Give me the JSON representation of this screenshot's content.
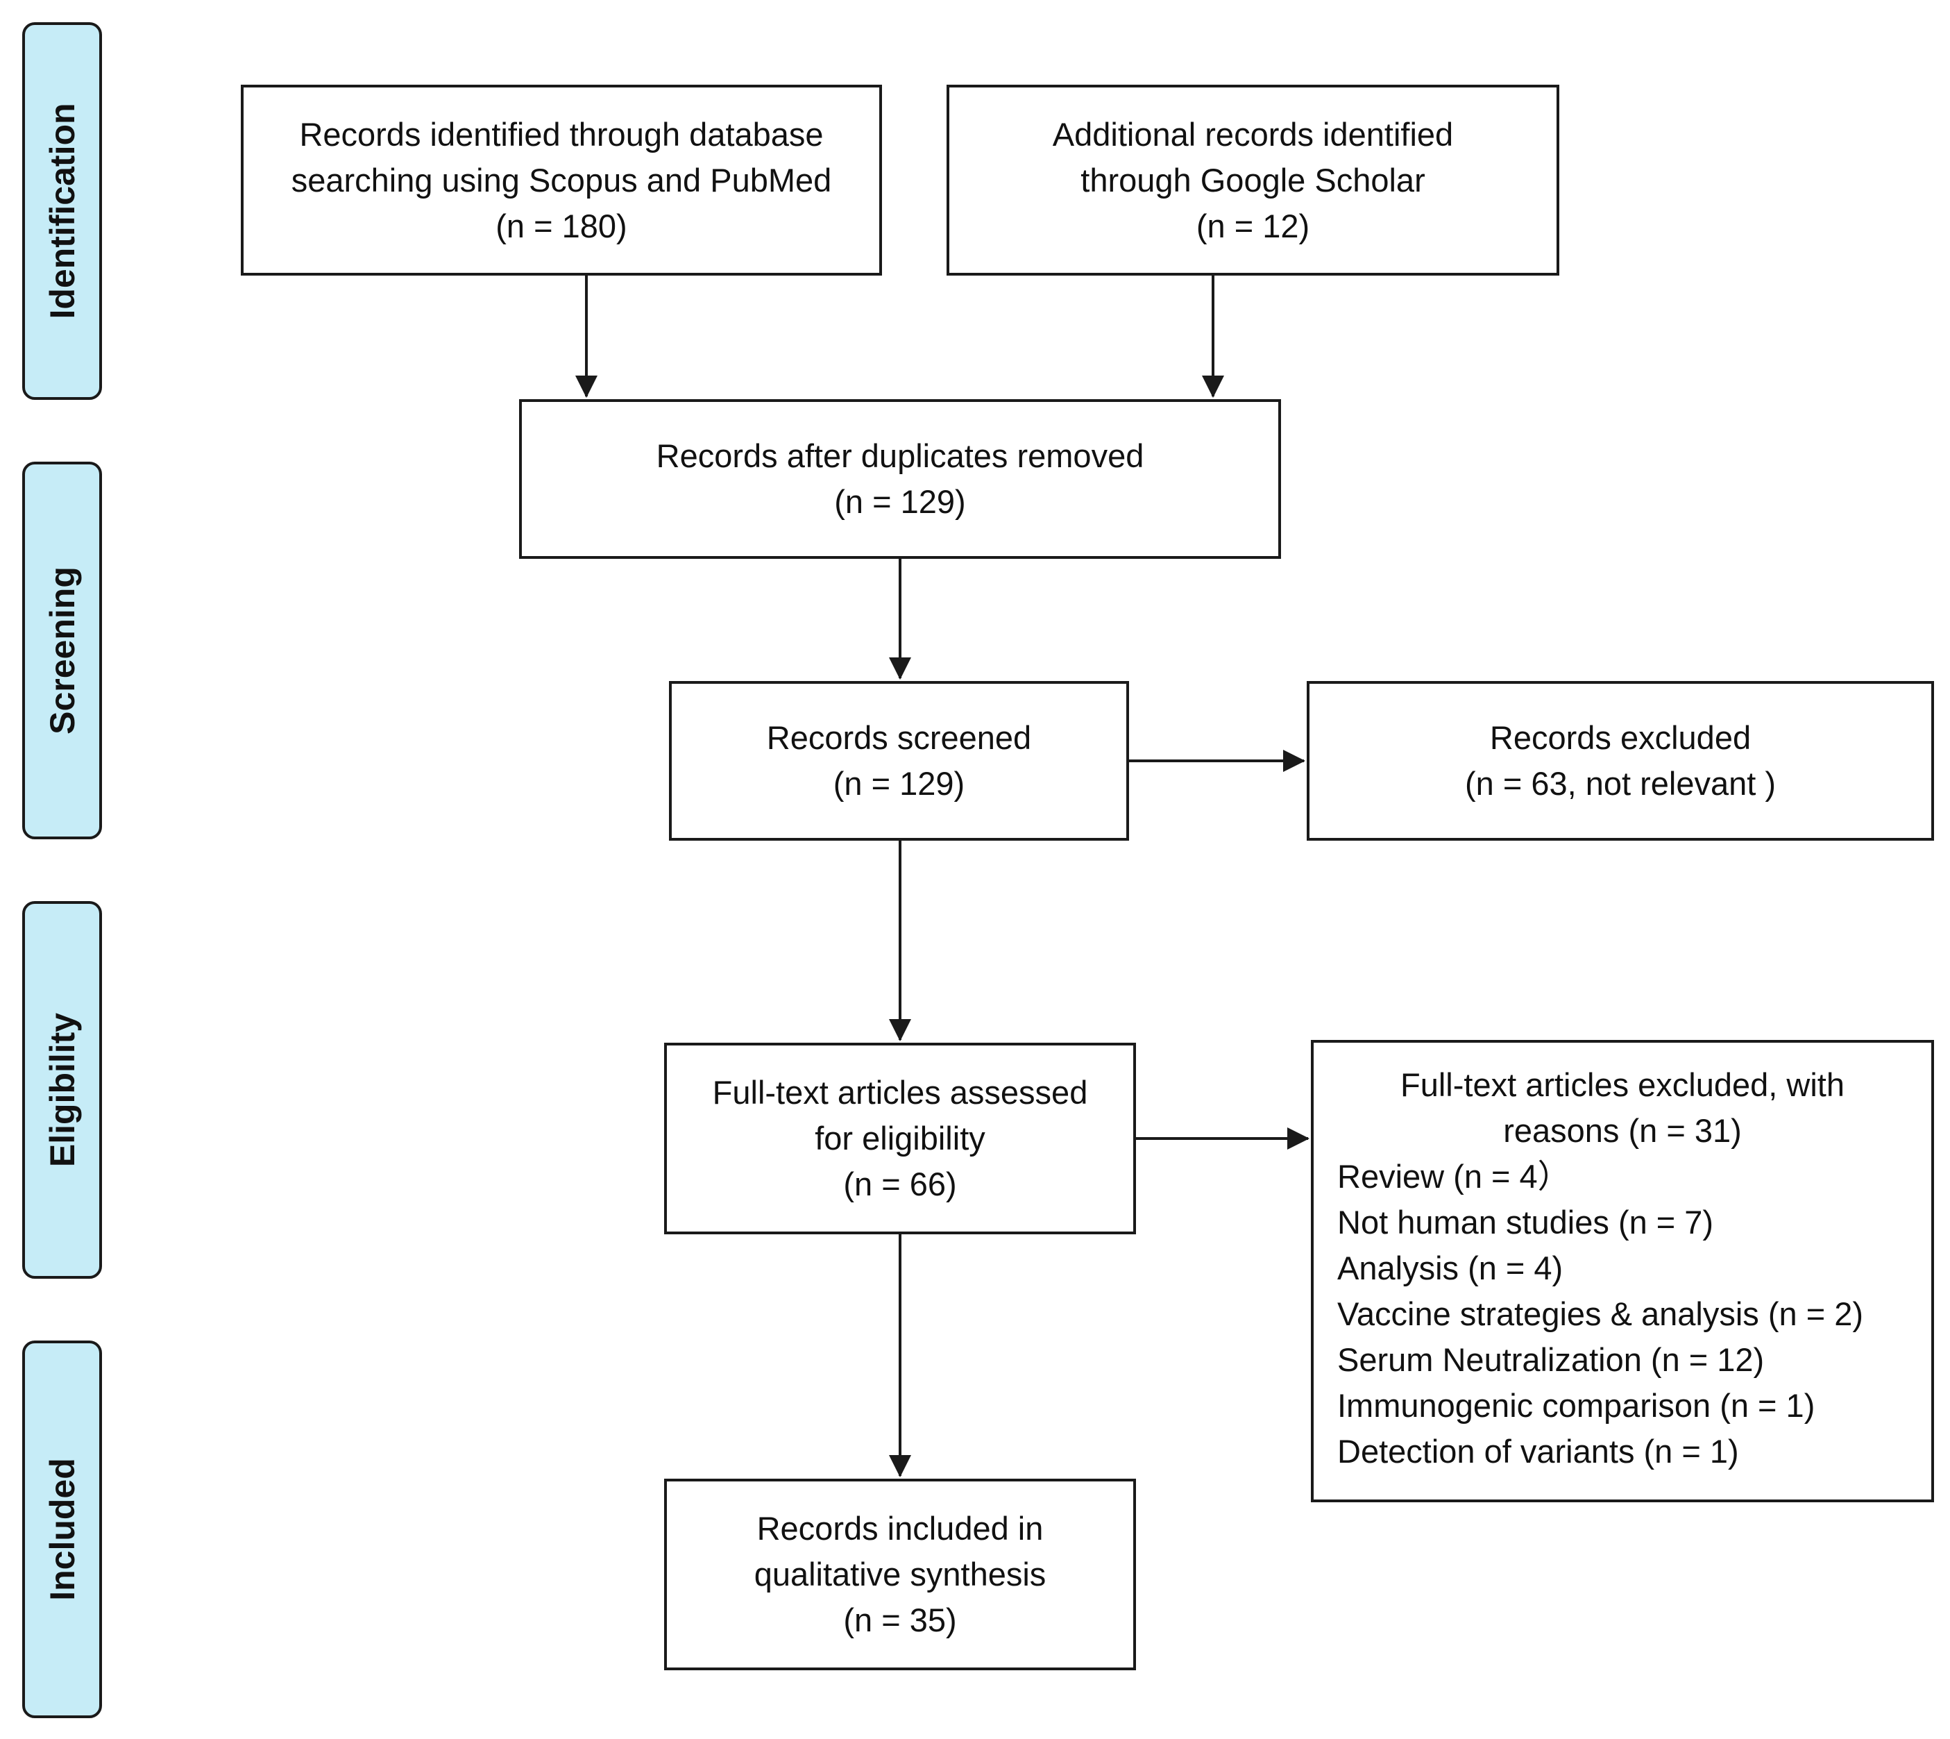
{
  "phases": {
    "identification": "Identification",
    "screening": "Screening",
    "eligibility": "Eligibility",
    "included": "Included"
  },
  "boxes": {
    "database_records": {
      "lines": [
        "Records identified through database",
        "searching using Scopus and PubMed",
        "(n = 180)"
      ]
    },
    "additional_records": {
      "lines": [
        "Additional records identified",
        "through Google Scholar",
        "(n = 12)"
      ]
    },
    "after_duplicates": {
      "lines": [
        "Records after duplicates removed",
        "(n = 129)"
      ]
    },
    "screened": {
      "lines": [
        "Records screened",
        "(n = 129)"
      ]
    },
    "excluded": {
      "lines": [
        "Records excluded",
        "(n = 63, not relevant )"
      ]
    },
    "full_text_assessed": {
      "lines": [
        "Full-text articles assessed",
        "for eligibility",
        "(n = 66)"
      ]
    },
    "full_text_excluded": {
      "header_lines": [
        "Full-text articles excluded, with",
        "reasons (n = 31)"
      ],
      "reasons": [
        "Review (n = 4）",
        "Not human studies (n = 7)",
        "Analysis (n = 4)",
        "Vaccine strategies & analysis (n = 2)",
        "Serum Neutralization (n = 12)",
        "Immunogenic comparison (n = 1)",
        "Detection of variants (n = 1)"
      ]
    },
    "included": {
      "lines": [
        "Records included in",
        "qualitative synthesis",
        "(n = 35)"
      ]
    }
  }
}
